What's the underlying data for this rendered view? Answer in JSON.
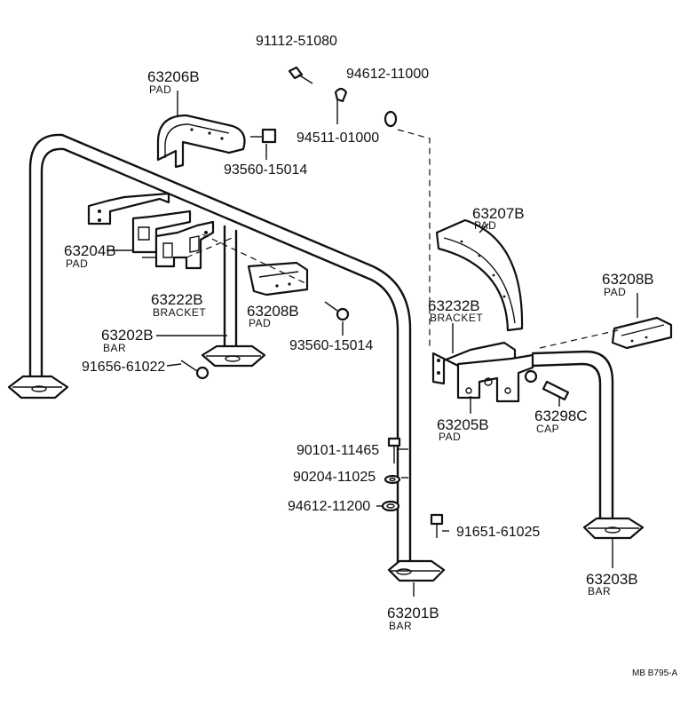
{
  "labels": {
    "bolt_top": "91112-51080",
    "nut_top": "94612-11000",
    "clip_top": "94511-01000",
    "pad_63206b_no": "63206B",
    "pad_63206b_name": "PAD",
    "screw_93560_upper": "93560-15014",
    "pad_63207b_no": "63207B",
    "pad_63207b_name": "PAD",
    "pad_63204b_no": "63204B",
    "pad_63204b_name": "PAD",
    "bracket_63222b_no": "63222B",
    "bracket_63222b_name": "BRACKET",
    "pad_63208b_left_no": "63208B",
    "pad_63208b_left_name": "PAD",
    "pad_63208b_right_no": "63208B",
    "pad_63208b_right_name": "PAD",
    "bracket_63232b_no": "63232B",
    "bracket_63232b_name": "BRACKET",
    "bar_63202b_no": "63202B",
    "bar_63202b_name": "BAR",
    "screw_93560_lower": "93560-15014",
    "bolt_91656": "91656-61022",
    "pad_63205b_no": "63205B",
    "pad_63205b_name": "PAD",
    "cap_63298c_no": "63298C",
    "cap_63298c_name": "CAP",
    "bolt_90101": "90101-11465",
    "washer_90204": "90204-11025",
    "nut_94612": "94612-11200",
    "bolt_91651": "91651-61025",
    "bar_63203b_no": "63203B",
    "bar_63203b_name": "BAR",
    "bar_63201b_no": "63201B",
    "bar_63201b_name": "BAR",
    "figure_ref": "MB  B795-A"
  }
}
